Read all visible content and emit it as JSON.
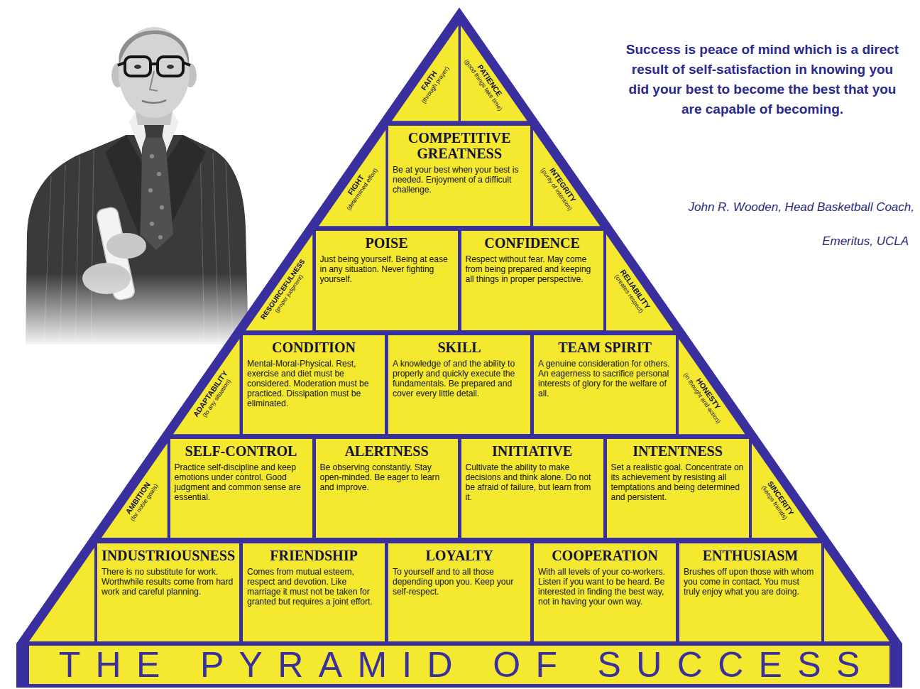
{
  "diagram": {
    "title": "THE PYRAMID OF SUCCESS",
    "nodes": [
      {
        "text": [
          "FAITH",
          "(through prayer)"
        ]
      },
      {
        "text": [
          "PATIENCE",
          "(good things take time)"
        ]
      },
      {
        "text": [
          "FIGHT",
          "(determined effort)"
        ]
      },
      {
        "text": [
          "COMPETITIVE GREATNESS",
          "Be at your best when your best is needed. Enjoyment of a difficult challenge."
        ]
      },
      {
        "text": [
          "INTEGRITY",
          "(purity of intention)"
        ]
      },
      {
        "text": [
          "RESOURCEFULNESS",
          "(proper judgment)"
        ]
      },
      {
        "text": [
          "POISE",
          "Just being yourself. Being at ease in any situation. Never fighting yourself."
        ]
      },
      {
        "text": [
          "CONFIDENCE",
          "Respect without fear. May come from being prepared and keeping all things in proper perspective."
        ]
      },
      {
        "text": [
          "RELIABILITY",
          "(creates respect)"
        ]
      },
      {
        "text": [
          "ADAPTABILITY",
          "(to any situation)"
        ]
      },
      {
        "text": [
          "CONDITION",
          "Mental-Moral-Physical. Rest, exercise and diet must be considered. Moderation must be practiced. Dissipation must be eliminated."
        ]
      },
      {
        "text": [
          "SKILL",
          "A knowledge of and the ability to properly and quickly execute the fundamentals. Be prepared and cover every little detail."
        ]
      },
      {
        "text": [
          "TEAM SPIRIT",
          "A genuine consideration for others. An eagerness to sacrifice personal interests of glory for the welfare of all."
        ]
      },
      {
        "text": [
          "HONESTY",
          "(in thought and action)"
        ]
      },
      {
        "text": [
          "AMBITION",
          "(for noble goals)"
        ]
      },
      {
        "text": [
          "SELF-CONTROL",
          "Practice self-discipline and keep emotions under control. Good judgment and common sense are essential."
        ]
      },
      {
        "text": [
          "ALERTNESS",
          "Be observing constantly. Stay open-minded. Be eager to learn and improve."
        ]
      },
      {
        "text": [
          "INITIATIVE",
          "Cultivate the ability to make decisions and think alone. Do not be afraid of failure, but learn from it."
        ]
      },
      {
        "text": [
          "INTENTNESS",
          "Set a realistic goal. Concentrate on its achievement by resisting all temptations and being determined and persistent."
        ]
      },
      {
        "text": [
          "SINCERITY",
          "(keeps friends)"
        ]
      },
      {
        "text": [
          "INDUSTRIOUSNESS",
          "There is no substitute for work. Worthwhile results come from hard work and careful planning."
        ]
      },
      {
        "text": [
          "FRIENDSHIP",
          "Comes from mutual esteem, respect and devotion. Like marriage it must not be taken for granted but requires a joint effort."
        ]
      },
      {
        "text": [
          "LOYALTY",
          "To yourself and to all those depending upon you. Keep your self-respect."
        ]
      },
      {
        "text": [
          "COOPERATION",
          "With all levels of your co-workers. Listen if you want to be heard. Be interested in finding the best way, not in having your own way."
        ]
      },
      {
        "text": [
          "ENTHUSIASM",
          "Brushes off upon those with whom you come in contact. You must truly enjoy what you are doing."
        ]
      }
    ],
    "labels": [
      "Success is peace of mind which is a direct result of self-satisfaction in knowing you did your best to become the best that you are capable of becoming.",
      "John R. Wooden, Head Basketball Coach,",
      "Emeritus, UCLA"
    ]
  }
}
